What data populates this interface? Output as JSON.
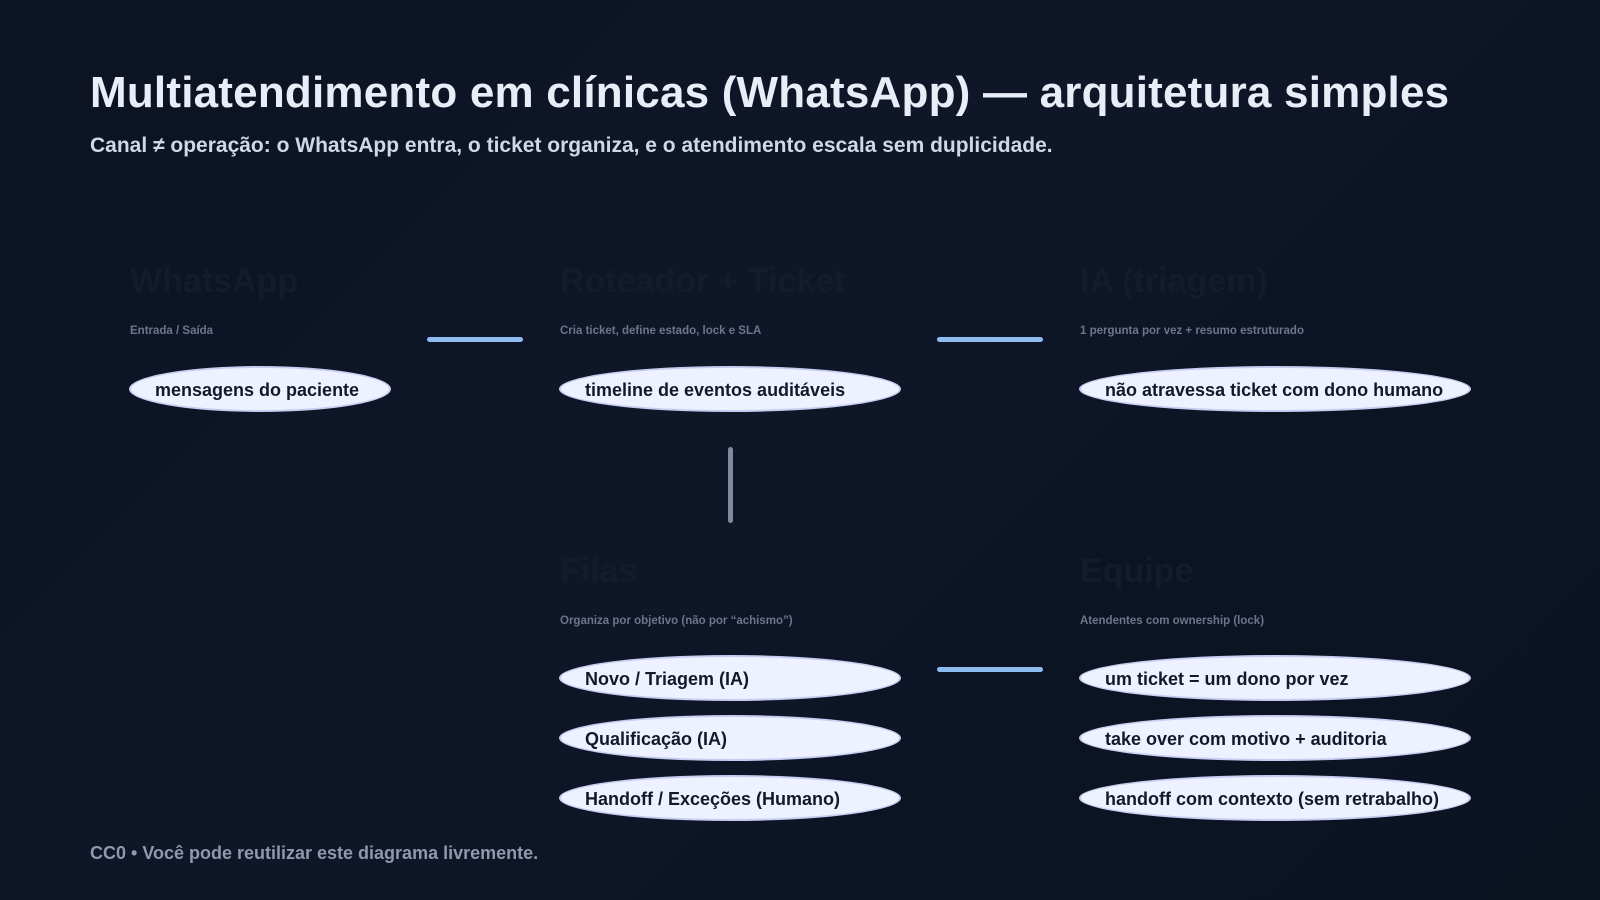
{
  "header": {
    "title": "Multiatendimento em clínicas (WhatsApp) — arquitetura simples",
    "subtitle": "Canal ≠ operação: o WhatsApp entra, o ticket organiza, e o atendimento escala sem duplicidade."
  },
  "nodes": {
    "whatsapp": {
      "title": "WhatsApp",
      "subtitle": "Entrada / Saída",
      "items": [
        "mensagens do paciente"
      ]
    },
    "router": {
      "title": "Roteador + Ticket",
      "subtitle": "Cria ticket, define estado, lock e SLA",
      "items": [
        "timeline de eventos auditáveis"
      ]
    },
    "ia": {
      "title": "IA (triagem)",
      "subtitle": "1 pergunta por vez + resumo estruturado",
      "items": [
        "não atravessa ticket com dono humano"
      ]
    },
    "filas": {
      "title": "Filas",
      "subtitle": "Organiza por objetivo (não por “achismo”)",
      "items": [
        "Novo / Triagem (IA)",
        "Qualificação (IA)",
        "Handoff / Exceções (Humano)"
      ]
    },
    "equipe": {
      "title": "Equipe",
      "subtitle": "Atendentes com ownership (lock)",
      "items": [
        "um ticket = um dono por vez",
        "take over com motivo + auditoria",
        "handoff com contexto (sem retrabalho)"
      ]
    }
  },
  "footer": {
    "text": "CC0 • Você pode reutilizar este diagrama livremente."
  },
  "colors": {
    "background": "#0c1322",
    "pill_fill": "#eef1ff",
    "pill_border": "#c7cdf0",
    "connector_accent": "#8fbcf0",
    "connector_neutral": "#7f8aa0"
  }
}
